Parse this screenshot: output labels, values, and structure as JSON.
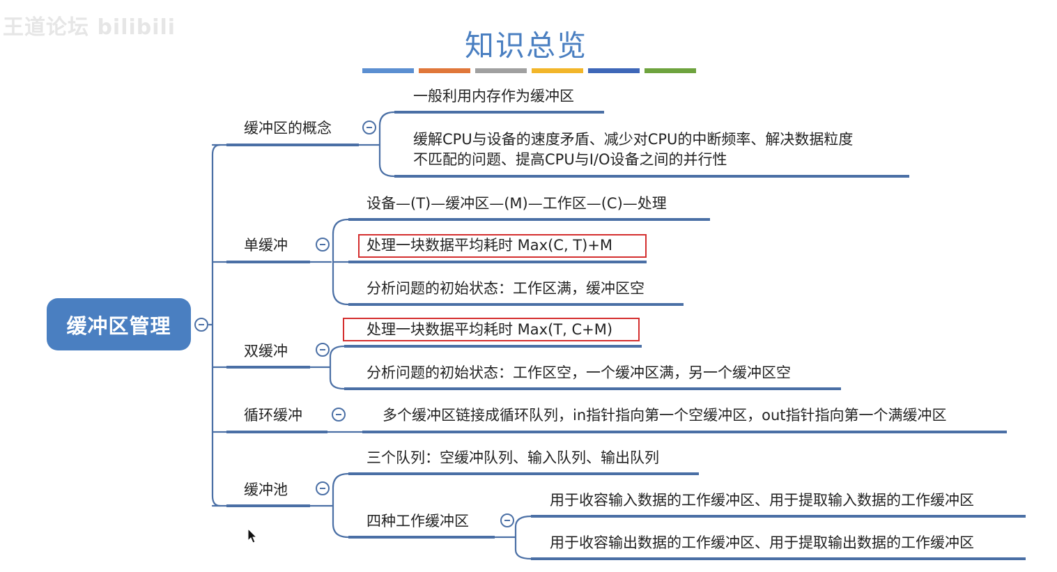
{
  "watermark": "王道论坛 bilibili",
  "title": "知识总览",
  "title_bar_colors": [
    "#5b8fd1",
    "#e0773a",
    "#a0a0a0",
    "#f2b62a",
    "#3e67b8",
    "#6ea33e"
  ],
  "colors": {
    "branch_line": "#4a6fa5",
    "root_fill": "#4a7fc1",
    "highlight_border": "#d42e2e"
  },
  "root": {
    "label": "缓冲区管理"
  },
  "branches": {
    "concept": {
      "label": "缓冲区的概念",
      "items": [
        "一般利用内存作为缓冲区",
        "缓解CPU与设备的速度矛盾、减少对CPU的中断频率、解决数据粒度",
        "不匹配的问题、提高CPU与I/O设备之间的并行性"
      ]
    },
    "single": {
      "label": "单缓冲",
      "items": [
        "设备—(T)—缓冲区—(M)—工作区—(C)—处理",
        "处理一块数据平均耗时 Max(C, T)+M",
        "分析问题的初始状态：工作区满，缓冲区空"
      ]
    },
    "double": {
      "label": "双缓冲",
      "items": [
        "处理一块数据平均耗时 Max(T, C+M)",
        "分析问题的初始状态：工作区空，一个缓冲区满，另一个缓冲区空"
      ]
    },
    "circular": {
      "label": "循环缓冲",
      "items": [
        "多个缓冲区链接成循环队列，in指针指向第一个空缓冲区，out指针指向第一个满缓冲区"
      ]
    },
    "pool": {
      "label": "缓冲池",
      "items": [
        "三个队列：空缓冲队列、输入队列、输出队列"
      ],
      "sub": {
        "label": "四种工作缓冲区",
        "items": [
          "用于收容输入数据的工作缓冲区、用于提取输入数据的工作缓冲区",
          "用于收容输出数据的工作缓冲区、用于提取输出数据的工作缓冲区"
        ]
      }
    }
  }
}
